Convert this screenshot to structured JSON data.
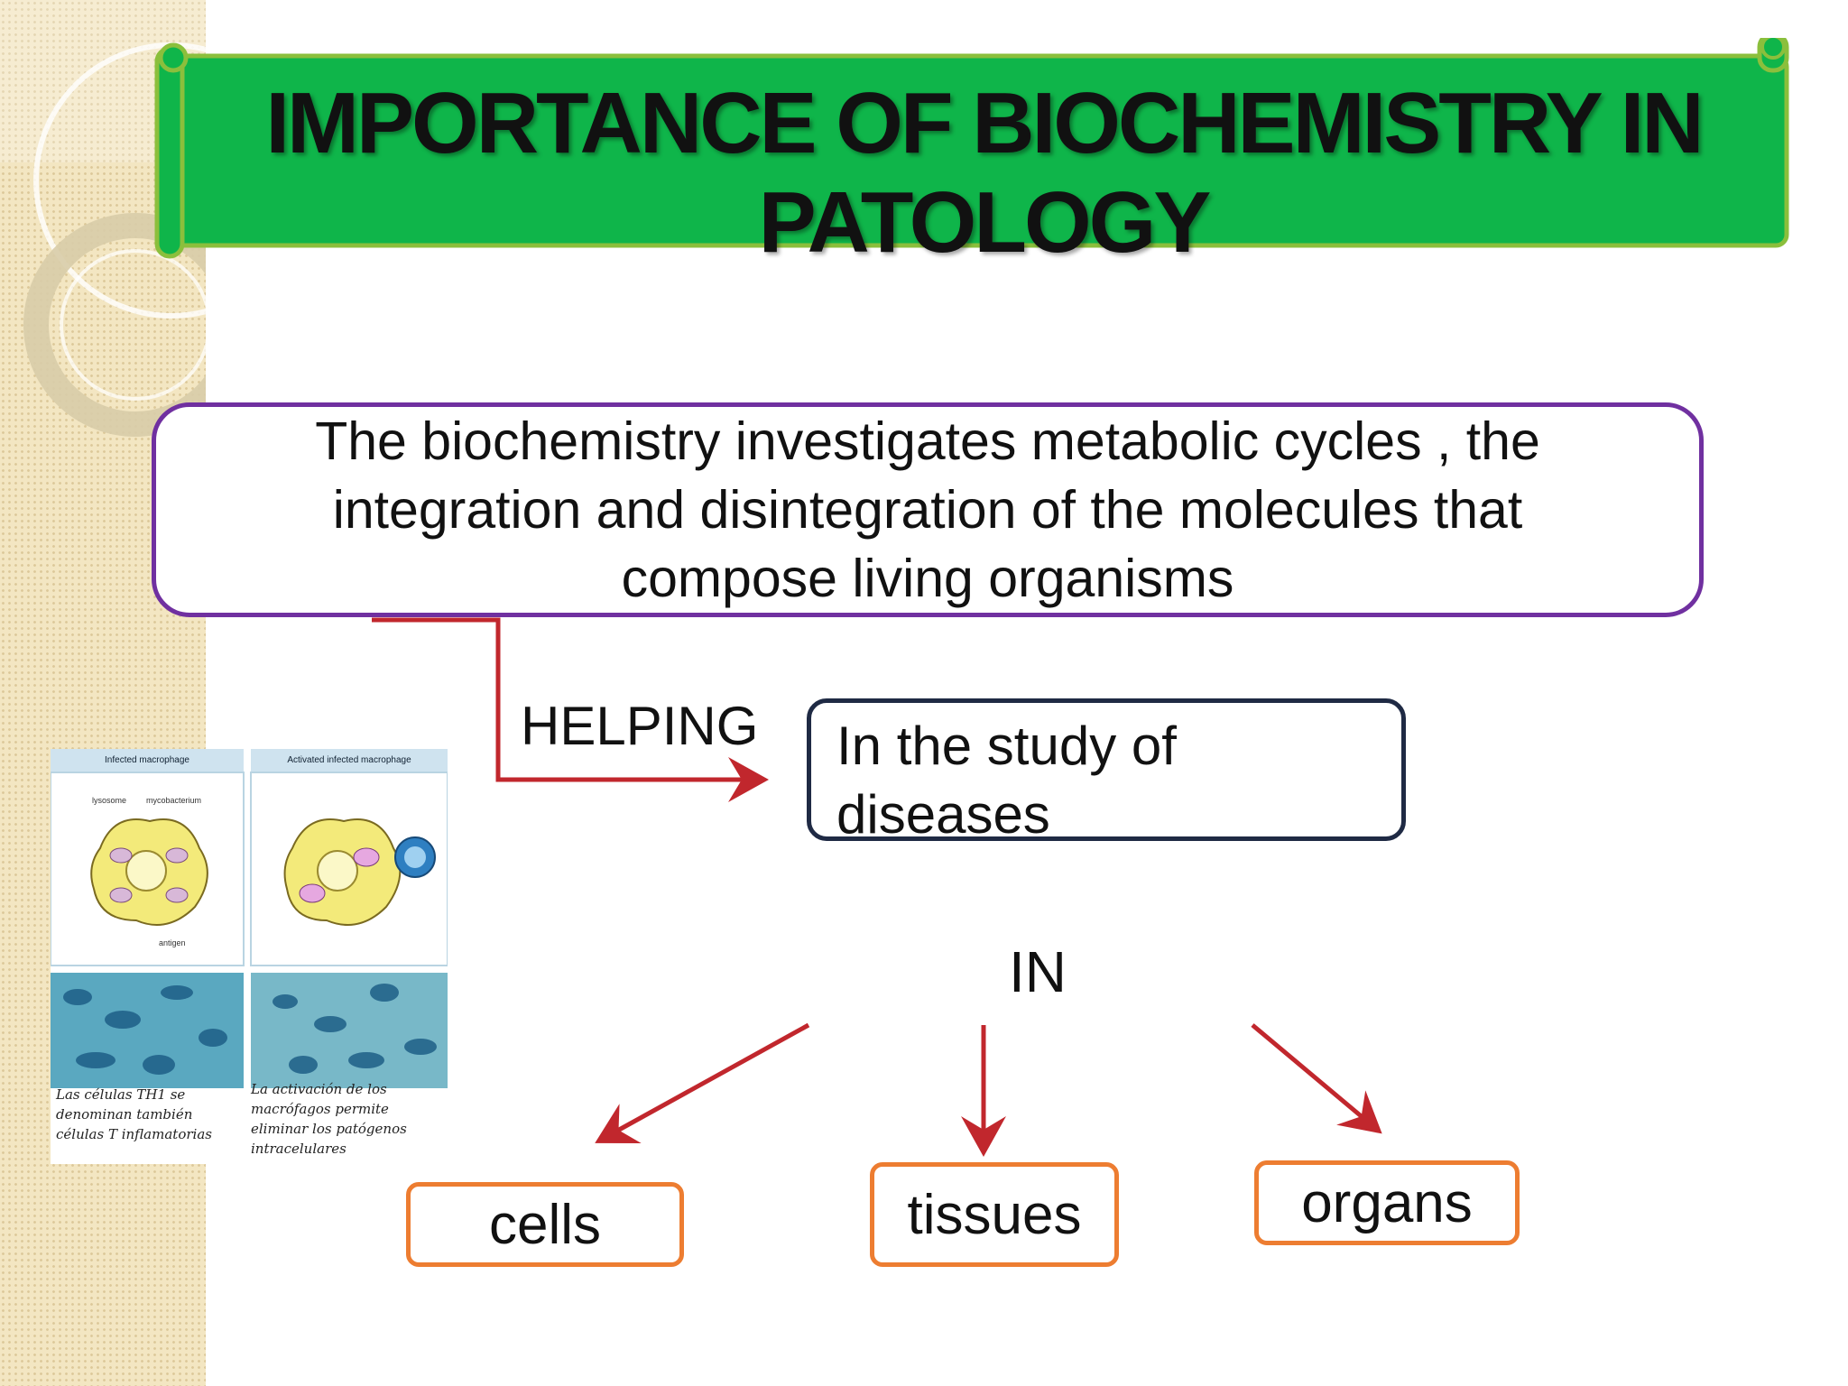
{
  "title": {
    "line1": "IMPORTANCE OF BIOCHEMISTRY IN",
    "line2": "PATOLOGY"
  },
  "definition": "The biochemistry  investigates  metabolic cycles , the\nintegration and disintegration of the molecules that\ncompose living organisms",
  "connector_label": "HELPING",
  "study_box": "In the study of\ndiseases",
  "in_label": "IN",
  "targets": [
    "cells",
    "tissues",
    "organs"
  ],
  "figure": {
    "header_left": "Infected macrophage",
    "header_right": "Activated infected macrophage",
    "label_lysosome": "lysosome",
    "label_mycobacterium": "mycobacterium",
    "label_antigen": "antigen",
    "caption_left": "Las células TH1 se\ndenominan también\ncélulas T inflamatorias",
    "caption_right": "La activación de los\nmacrófagos permite\neliminar los patógenos\nintracelulares"
  },
  "colors": {
    "banner": "#0fb54a",
    "banner_border": "#8bbf3c",
    "definition_border": "#7030a0",
    "study_border": "#1f2a44",
    "target_border": "#ed7d31",
    "arrow": "#c1272d"
  }
}
